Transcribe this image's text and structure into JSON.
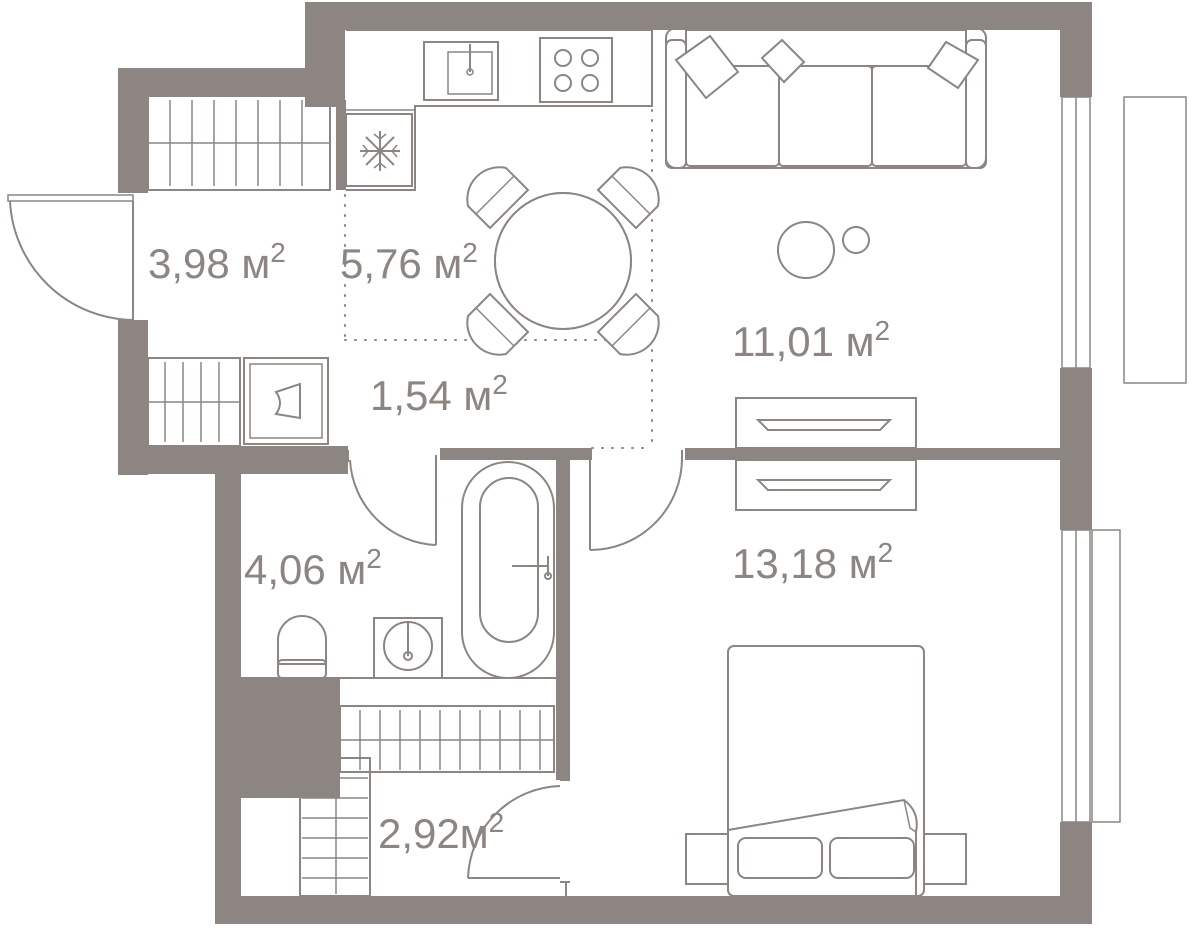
{
  "units": {
    "area_unit": "м",
    "exponent": "2"
  },
  "rooms": [
    {
      "id": "hall",
      "area": "3,98"
    },
    {
      "id": "kitchen",
      "area": "5,76"
    },
    {
      "id": "corridor",
      "area": "1,54"
    },
    {
      "id": "living",
      "area": "11,01"
    },
    {
      "id": "bathroom",
      "area": "4,06"
    },
    {
      "id": "bedroom",
      "area": "13,18"
    },
    {
      "id": "wardrobe",
      "area": "2,92"
    }
  ],
  "colors": {
    "wall": "#8c8582",
    "line": "#8c8582",
    "background": "#ffffff"
  },
  "icons": [
    "snowflake-icon"
  ]
}
